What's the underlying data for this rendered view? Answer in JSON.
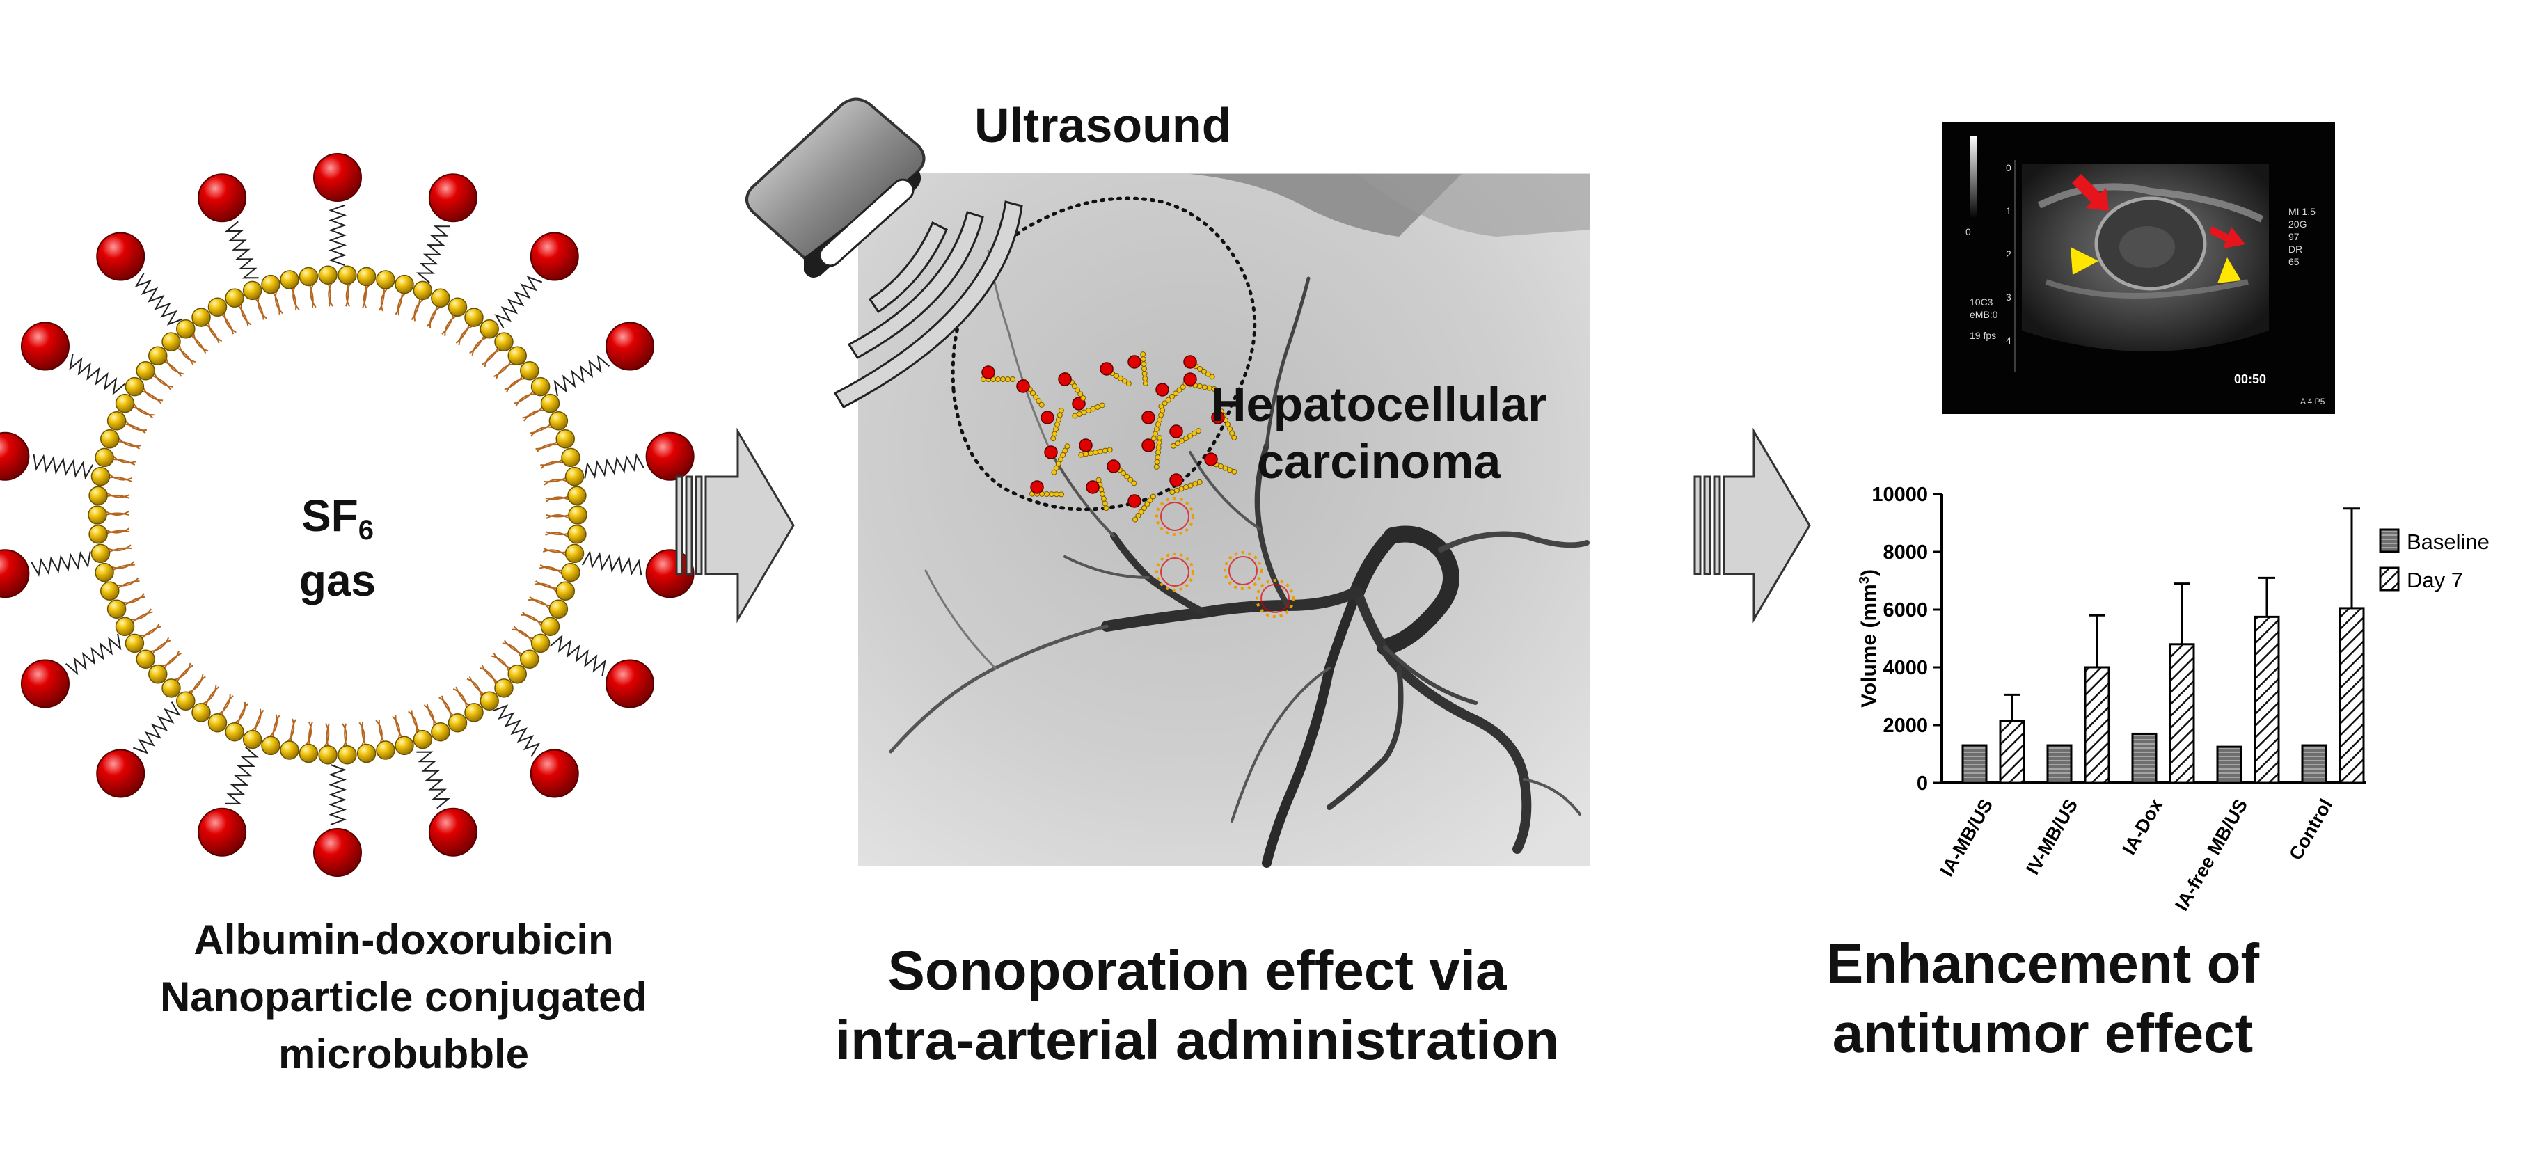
{
  "left_panel": {
    "core_label": "SF",
    "core_subscript": "6",
    "core_label_line2": "gas",
    "caption": [
      "Albumin-doxorubicin",
      "Nanoparticle conjugated",
      "microbubble"
    ]
  },
  "middle_panel": {
    "ultrasound_label": "Ultrasound",
    "tumor_label": [
      "Hepatocellular",
      "carcinoma"
    ],
    "caption": [
      "Sonoporation effect via",
      "intra-arterial administration"
    ]
  },
  "right_panel": {
    "us_image": {
      "timestamp": "00:50",
      "depth_scale": [
        "0",
        "1",
        "2",
        "3",
        "4"
      ],
      "info_left": [
        "10C3",
        "eMB:0",
        "19 fps"
      ],
      "info_right": [
        "MI 1.5",
        "20G",
        "97",
        "DR",
        "65"
      ],
      "footer": "A 4 P5"
    },
    "caption": [
      "Enhancement of",
      "antitumor effect"
    ]
  },
  "colors": {
    "particle_red": "#e00000",
    "lipid_yellow": "#f1c40f",
    "arrow_gray": "#d4d4d4",
    "tumor_pointer_red": "#e8141b",
    "tumor_pointer_yellow": "#ffe600"
  },
  "chart_data": {
    "type": "bar",
    "categories": [
      "IA-MB/US",
      "IV-MB/US",
      "IA-Dox",
      "IA-free MB/US",
      "Control"
    ],
    "series": [
      {
        "name": "Baseline",
        "values": [
          1300,
          1300,
          1700,
          1250,
          1300
        ],
        "errors": [
          0,
          0,
          0,
          0,
          0
        ],
        "fill": "gray"
      },
      {
        "name": "Day 7",
        "values": [
          2150,
          4000,
          4800,
          5750,
          6050
        ],
        "errors": [
          900,
          1800,
          2100,
          1350,
          3450
        ],
        "fill": "hatched"
      }
    ],
    "ylabel": "Volume (mm",
    "ylabel_superscript": "3",
    "ylabel_close": ")",
    "ylim": [
      0,
      10000
    ],
    "yticks": [
      "0",
      "2000",
      "4000",
      "6000",
      "8000",
      "10000"
    ],
    "legend_position": "right"
  }
}
